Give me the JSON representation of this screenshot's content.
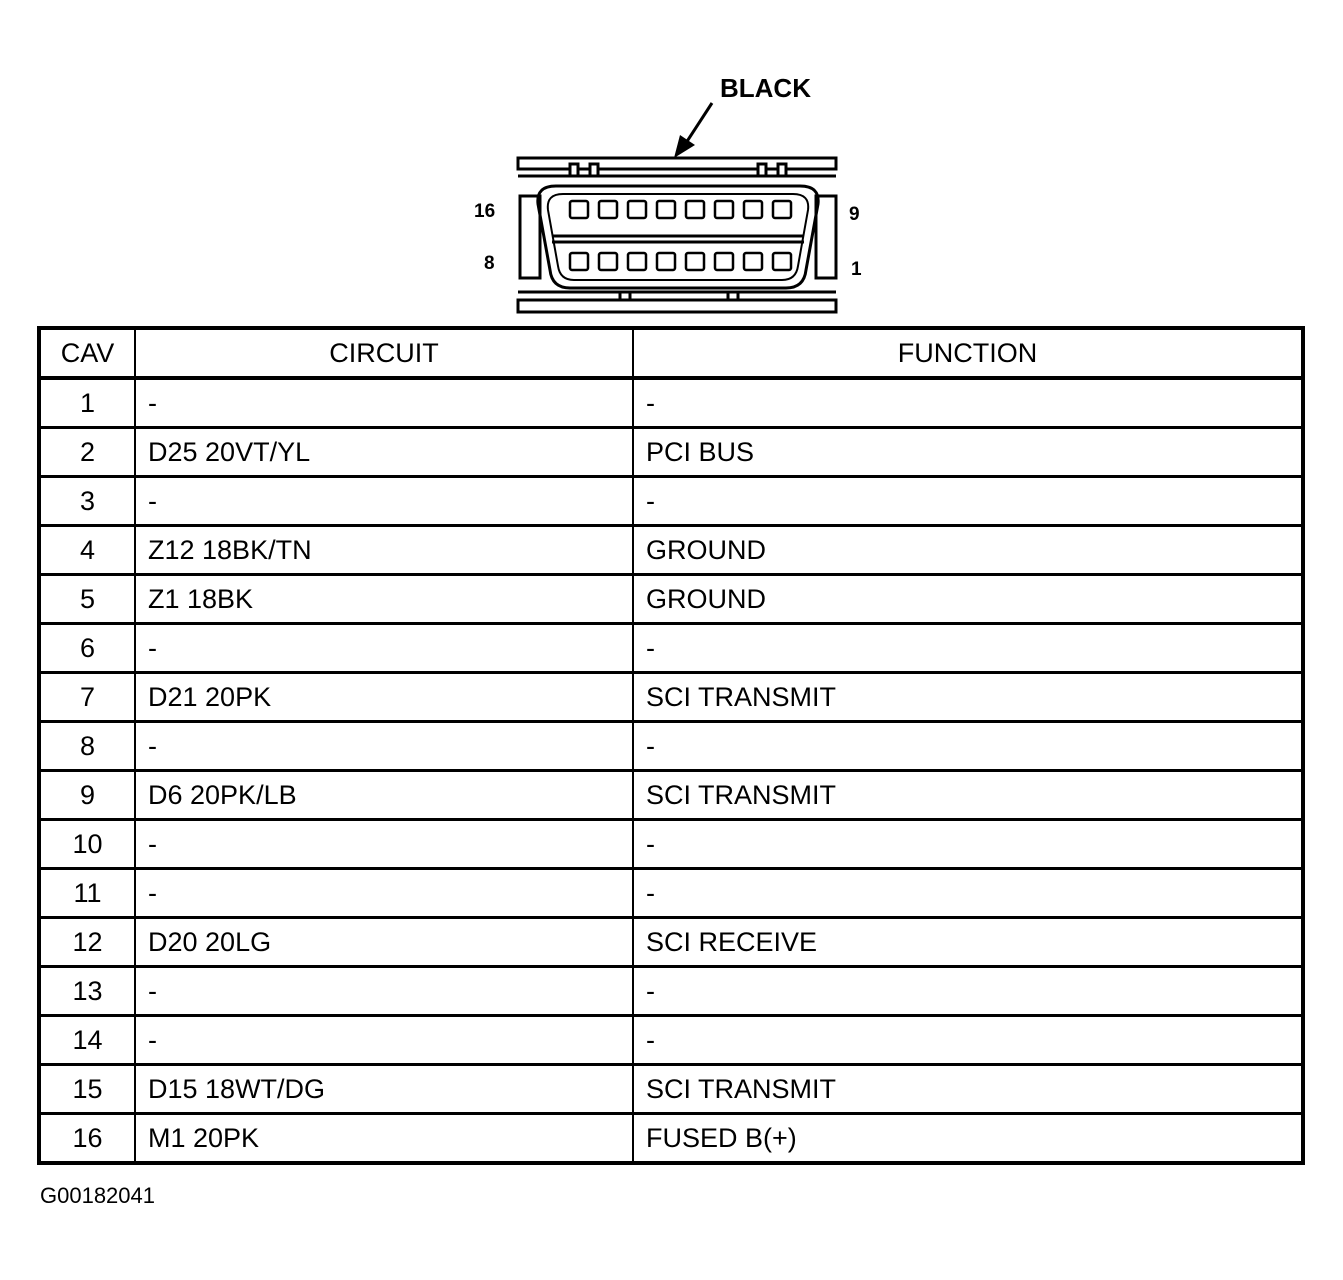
{
  "connector": {
    "color_label": "BLACK",
    "cavity_labels": {
      "top_left": "16",
      "bottom_left": "8",
      "top_right": "9",
      "bottom_right": "1"
    }
  },
  "table": {
    "headers": {
      "cav": "CAV",
      "circuit": "CIRCUIT",
      "function": "FUNCTION"
    },
    "rows": [
      {
        "cav": "1",
        "circuit": "-",
        "function": "-"
      },
      {
        "cav": "2",
        "circuit": "D25 20VT/YL",
        "function": "PCI BUS"
      },
      {
        "cav": "3",
        "circuit": "-",
        "function": "-"
      },
      {
        "cav": "4",
        "circuit": "Z12 18BK/TN",
        "function": "GROUND"
      },
      {
        "cav": "5",
        "circuit": "Z1 18BK",
        "function": "GROUND"
      },
      {
        "cav": "6",
        "circuit": "-",
        "function": "-"
      },
      {
        "cav": "7",
        "circuit": "D21 20PK",
        "function": "SCI TRANSMIT"
      },
      {
        "cav": "8",
        "circuit": "-",
        "function": "-"
      },
      {
        "cav": "9",
        "circuit": "D6 20PK/LB",
        "function": "SCI TRANSMIT"
      },
      {
        "cav": "10",
        "circuit": "-",
        "function": "-"
      },
      {
        "cav": "11",
        "circuit": "-",
        "function": "-"
      },
      {
        "cav": "12",
        "circuit": "D20 20LG",
        "function": "SCI RECEIVE"
      },
      {
        "cav": "13",
        "circuit": "-",
        "function": "-"
      },
      {
        "cav": "14",
        "circuit": "-",
        "function": "-"
      },
      {
        "cav": "15",
        "circuit": "D15 18WT/DG",
        "function": "SCI TRANSMIT"
      },
      {
        "cav": "16",
        "circuit": "M1 20PK",
        "function": "FUSED B(+)"
      }
    ]
  },
  "figure_id": "G00182041"
}
